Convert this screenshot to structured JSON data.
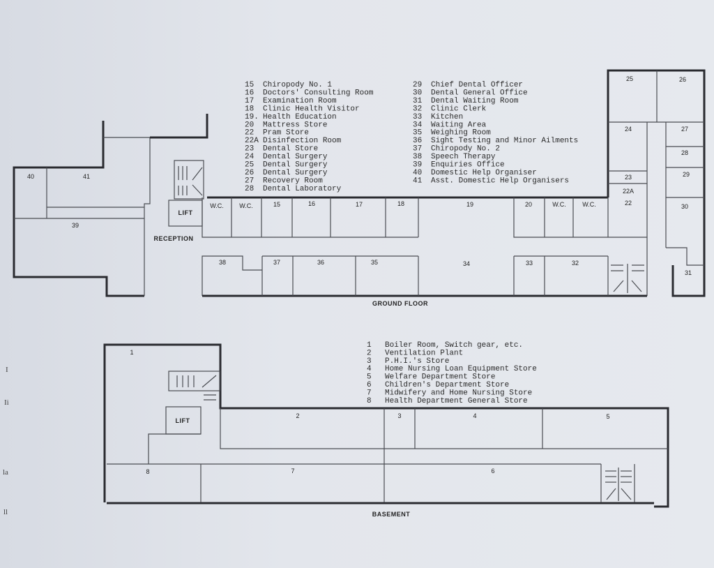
{
  "ground_floor": {
    "caption": "GROUND FLOOR",
    "reception": "RECEPTION",
    "lift": "LIFT",
    "wc": "W.C.",
    "rooms": {
      "r15": "15",
      "r16": "16",
      "r17": "17",
      "r18": "18",
      "r19": "19",
      "r20": "20",
      "r22": "22",
      "r22a": "22A",
      "r23": "23",
      "r24": "24",
      "r25": "25",
      "r26": "26",
      "r27": "27",
      "r28": "28",
      "r29": "29",
      "r30": "30",
      "r31": "31",
      "r32": "32",
      "r33": "33",
      "r34": "34",
      "r35": "35",
      "r36": "36",
      "r37": "37",
      "r38": "38",
      "r39": "39",
      "r40": "40",
      "r41": "41"
    },
    "legend_left": [
      {
        "num": "15",
        "name": "Chiropody No. 1"
      },
      {
        "num": "16",
        "name": "Doctors' Consulting Room"
      },
      {
        "num": "17",
        "name": "Examination Room"
      },
      {
        "num": "18",
        "name": "Clinic Health Visitor"
      },
      {
        "num": "19.",
        "name": "Health Education"
      },
      {
        "num": "20",
        "name": "Mattress Store"
      },
      {
        "num": "22",
        "name": "Pram Store"
      },
      {
        "num": "22A",
        "name": "Disinfection Room"
      },
      {
        "num": "23",
        "name": "Dental Store"
      },
      {
        "num": "24",
        "name": "Dental Surgery"
      },
      {
        "num": "25",
        "name": "Dental Surgery"
      },
      {
        "num": "26",
        "name": "Dental Surgery"
      },
      {
        "num": "27",
        "name": "Recovery Room"
      },
      {
        "num": "28",
        "name": "Dental Laboratory"
      }
    ],
    "legend_right": [
      {
        "num": "29",
        "name": "Chief Dental Officer"
      },
      {
        "num": "30",
        "name": "Dental General Office"
      },
      {
        "num": "31",
        "name": "Dental Waiting Room"
      },
      {
        "num": "32",
        "name": "Clinic Clerk"
      },
      {
        "num": "33",
        "name": "Kitchen"
      },
      {
        "num": "34",
        "name": "Waiting Area"
      },
      {
        "num": "35",
        "name": "Weighing Room"
      },
      {
        "num": "36",
        "name": "Sight Testing and Minor Ailments"
      },
      {
        "num": "37",
        "name": "Chiropody No. 2"
      },
      {
        "num": "38",
        "name": "Speech Therapy"
      },
      {
        "num": "39",
        "name": "Enquiries Office"
      },
      {
        "num": "40",
        "name": "Domestic Help Organiser"
      },
      {
        "num": "41",
        "name": "Asst. Domestic Help Organisers"
      }
    ]
  },
  "basement": {
    "caption": "BASEMENT",
    "lift": "LIFT",
    "rooms": {
      "r1": "1",
      "r2": "2",
      "r3": "3",
      "r4": "4",
      "r5": "5",
      "r6": "6",
      "r7": "7",
      "r8": "8"
    },
    "legend": [
      {
        "num": "1",
        "name": "Boiler Room, Switch gear, etc."
      },
      {
        "num": "2",
        "name": "Ventilation Plant"
      },
      {
        "num": "3",
        "name": "P.H.I.'s Store"
      },
      {
        "num": "4",
        "name": "Home Nursing Loan Equipment Store"
      },
      {
        "num": "5",
        "name": "Welfare Department Store"
      },
      {
        "num": "6",
        "name": "Children's Department Store"
      },
      {
        "num": "7",
        "name": "Midwifery and Home Nursing Store"
      },
      {
        "num": "8",
        "name": "Health Department General Store"
      }
    ]
  },
  "margin_fragments": [
    "I",
    "Ii",
    "la",
    "ll"
  ]
}
